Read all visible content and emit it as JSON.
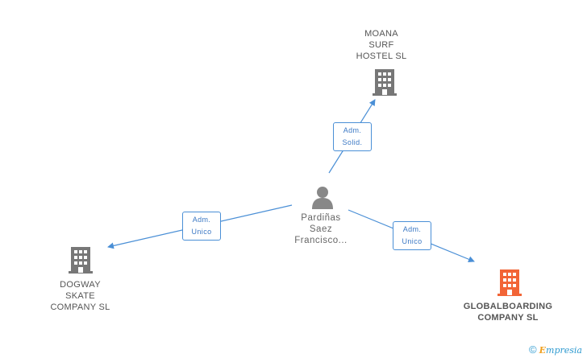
{
  "nodes": {
    "moana": {
      "lines": [
        "MOANA",
        "SURF",
        "HOSTEL SL"
      ]
    },
    "dogway": {
      "lines": [
        "DOGWAY",
        "SKATE",
        "COMPANY SL"
      ]
    },
    "globalboarding": {
      "lines": [
        "GLOBALBOARDING",
        "COMPANY SL"
      ]
    },
    "person": {
      "lines": [
        "Pardiñas",
        "Saez",
        "Francisco..."
      ]
    }
  },
  "edges": {
    "to_moana": {
      "lines": [
        "Adm.",
        "Solid."
      ]
    },
    "to_dogway": {
      "lines": [
        "Adm.",
        "Unico"
      ]
    },
    "to_global": {
      "lines": [
        "Adm.",
        "Unico"
      ]
    }
  },
  "colors": {
    "edge": "#4a8fd6",
    "company_icon": "#777777",
    "main_company_icon": "#f26436",
    "person_icon": "#888888"
  },
  "icons": {
    "company": "building-icon",
    "person": "person-icon",
    "brand": "copyright-icon"
  },
  "brand": {
    "copyright": "©",
    "name_first": "E",
    "name_rest": "mpresia"
  }
}
